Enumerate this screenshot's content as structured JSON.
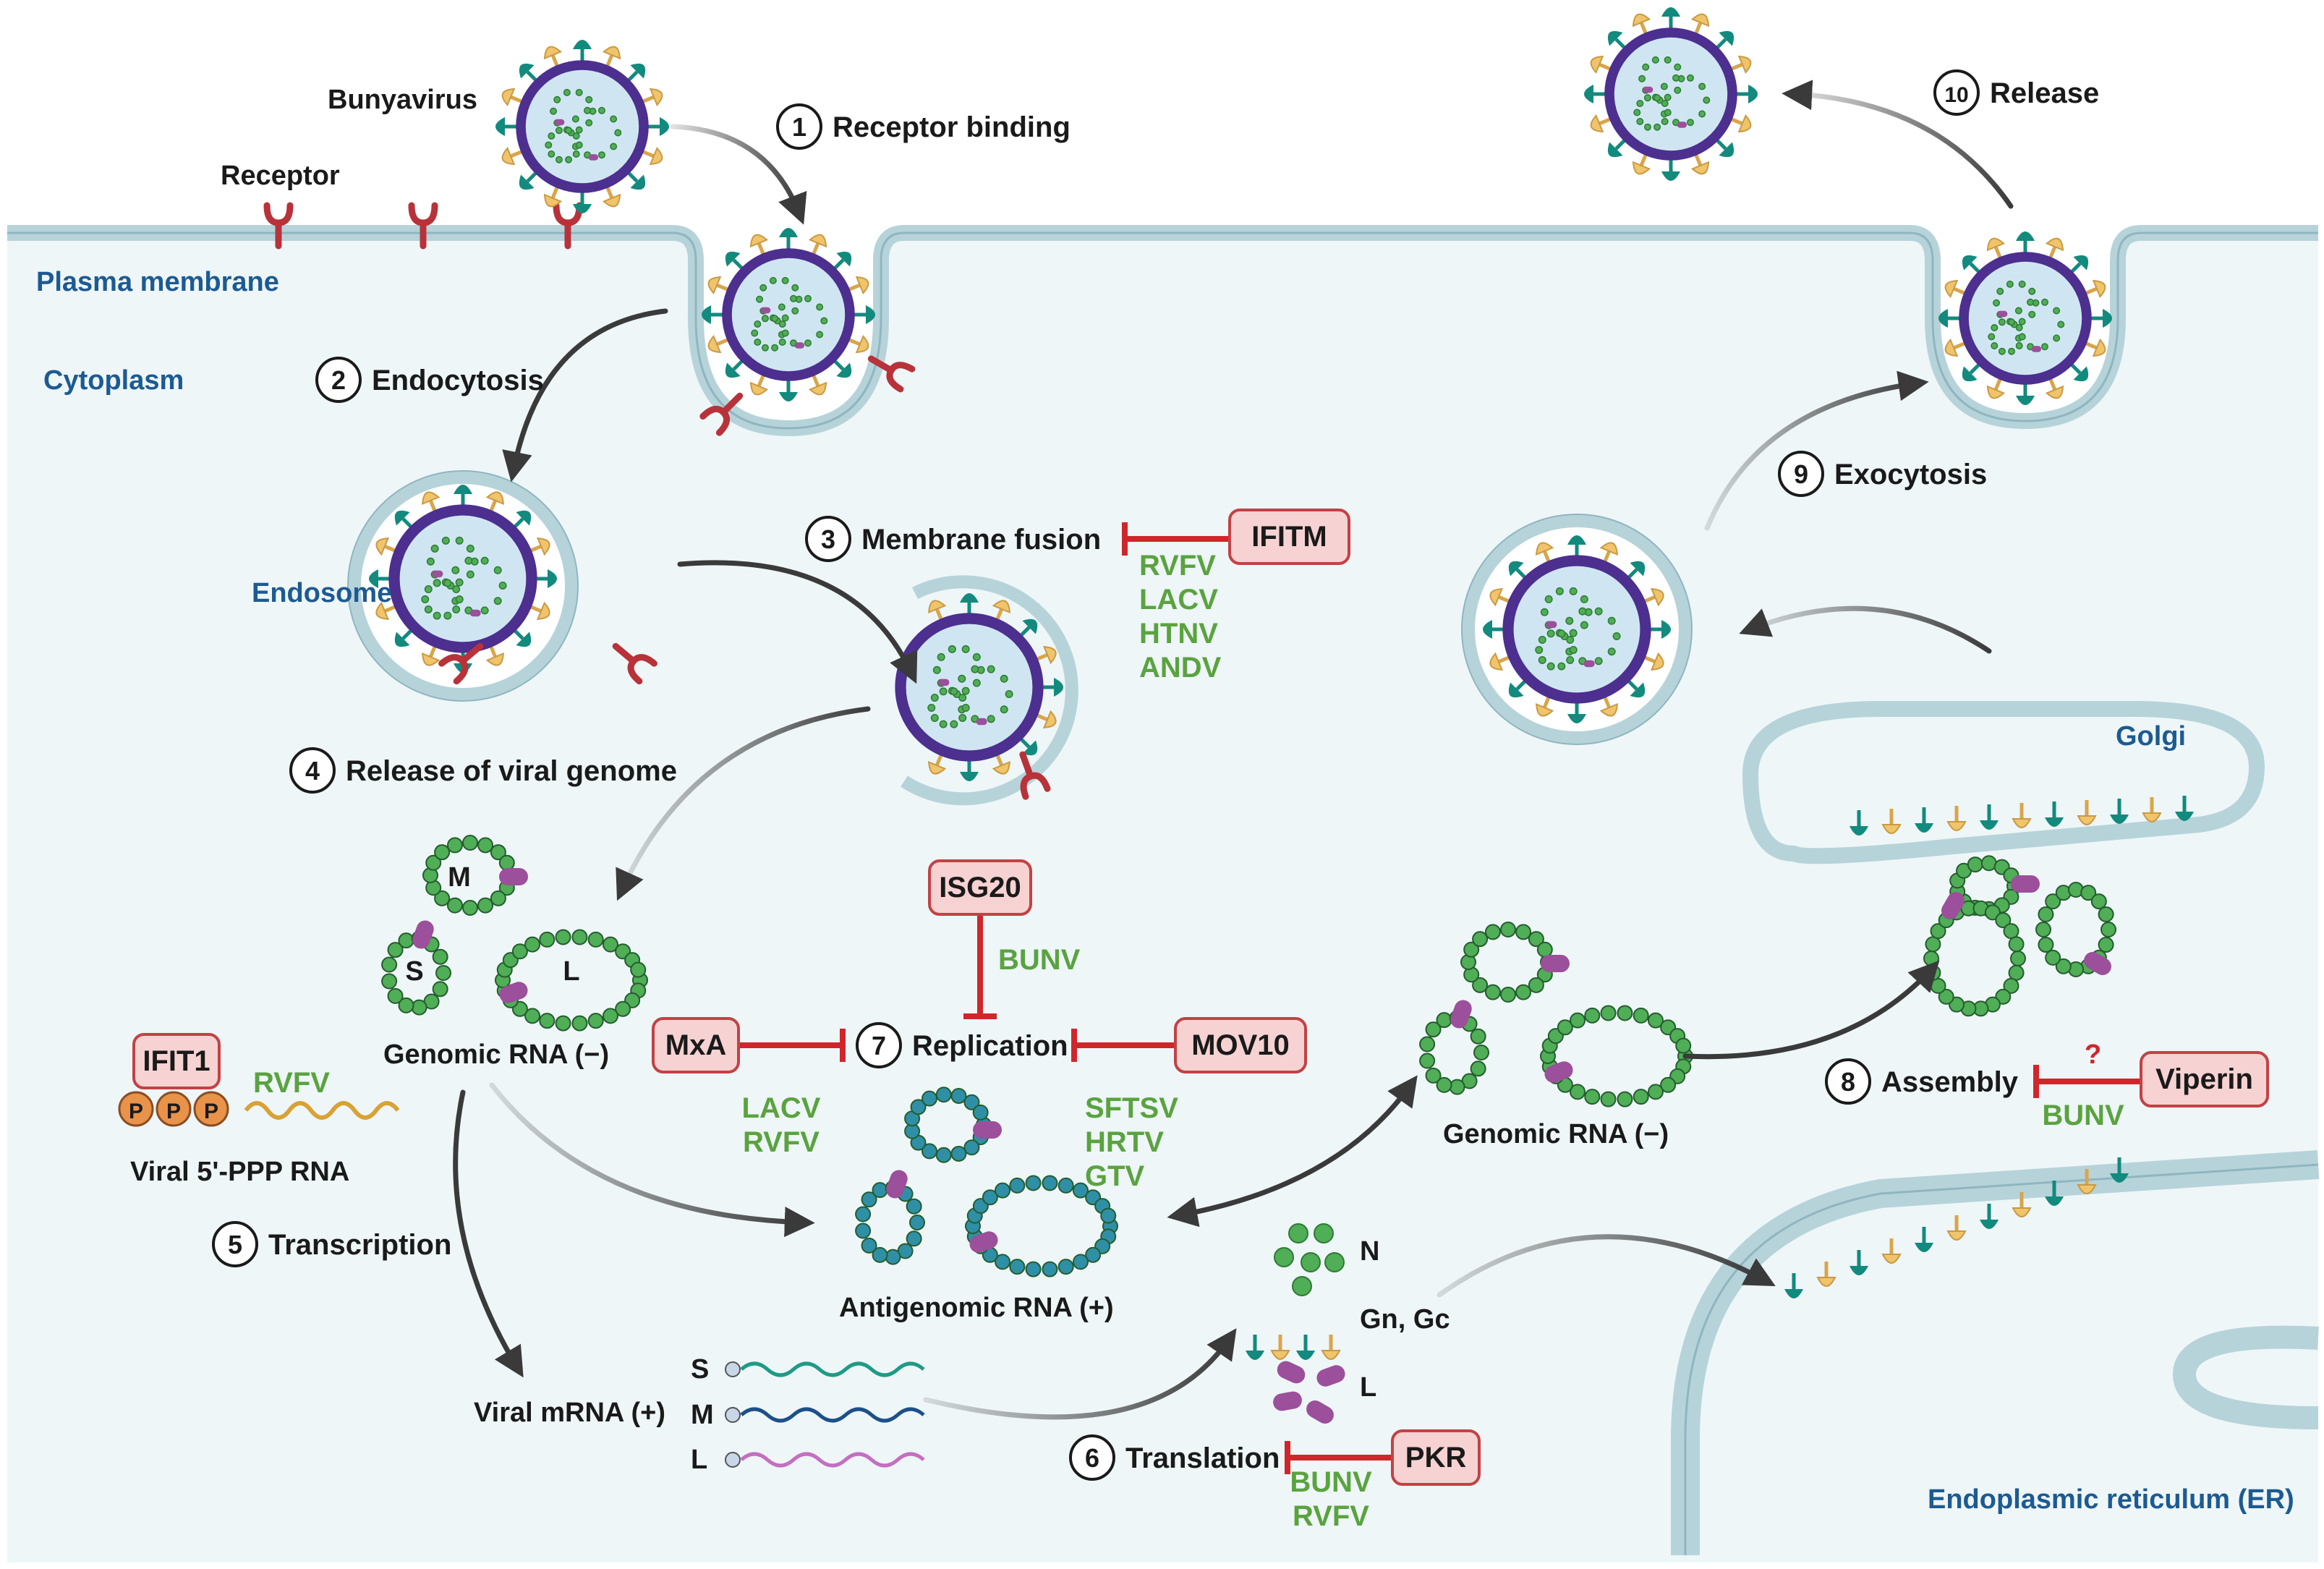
{
  "compartments": {
    "plasma_membrane": "Plasma membrane",
    "cytoplasm": "Cytoplasm",
    "endosome": "Endosome",
    "golgi": "Golgi",
    "er": "Endoplasmic reticulum (ER)"
  },
  "labels": {
    "bunyavirus": "Bunyavirus",
    "receptor": "Receptor",
    "genomic_rna_left": "Genomic RNA (−)",
    "genomic_rna_right": "Genomic RNA (−)",
    "antigenomic_rna": "Antigenomic RNA (+)",
    "viral_mrna": "Viral mRNA (+)",
    "viral_ppp_rna": "Viral 5'-PPP RNA",
    "segment_m": "M",
    "segment_s": "S",
    "segment_l": "L",
    "mrna_s": "S",
    "mrna_m": "M",
    "mrna_l": "L",
    "protein_n": "N",
    "protein_gngc": "Gn, Gc",
    "protein_l": "L",
    "ppp1": "P",
    "ppp2": "P",
    "ppp3": "P",
    "question": "?"
  },
  "steps": [
    {
      "num": "1",
      "label": "Receptor binding"
    },
    {
      "num": "2",
      "label": "Endocytosis"
    },
    {
      "num": "3",
      "label": "Membrane fusion"
    },
    {
      "num": "4",
      "label": "Release of viral genome"
    },
    {
      "num": "5",
      "label": "Transcription"
    },
    {
      "num": "6",
      "label": "Translation"
    },
    {
      "num": "7",
      "label": "Replication"
    },
    {
      "num": "8",
      "label": "Assembly"
    },
    {
      "num": "9",
      "label": "Exocytosis"
    },
    {
      "num": "10",
      "label": "Release"
    }
  ],
  "restriction_factors": {
    "ifitm": {
      "name": "IFITM",
      "viruses": [
        "RVFV",
        "LACV",
        "HTNV",
        "ANDV"
      ]
    },
    "isg20": {
      "name": "ISG20",
      "viruses": [
        "BUNV"
      ]
    },
    "mxa": {
      "name": "MxA",
      "viruses": [
        "LACV",
        "RVFV"
      ]
    },
    "mov10": {
      "name": "MOV10",
      "viruses": [
        "SFTSV",
        "HRTV",
        "GTV"
      ]
    },
    "viperin": {
      "name": "Viperin",
      "viruses": [
        "BUNV"
      ]
    },
    "pkr": {
      "name": "PKR",
      "viruses": [
        "BUNV",
        "RVFV"
      ]
    },
    "ifit1": {
      "name": "IFIT1",
      "viruses": [
        "RVFV"
      ]
    }
  },
  "colors": {
    "cytoplasm": "#eef6f8",
    "membrane": "#b7d3da",
    "virus_envelope": "#4c2f8f",
    "glycoprotein_teal": "#138a7e",
    "glycoprotein_yellow": "#f0c46b",
    "rna_green": "#3ea34a",
    "rna_blue": "#2f8fa6",
    "polymerase": "#9c4f9a",
    "inhibitor_red": "#d0262b",
    "virus_green": "#5aa33f",
    "factor_box": "#f7d2d2",
    "label_blue": "#1d5a92"
  }
}
